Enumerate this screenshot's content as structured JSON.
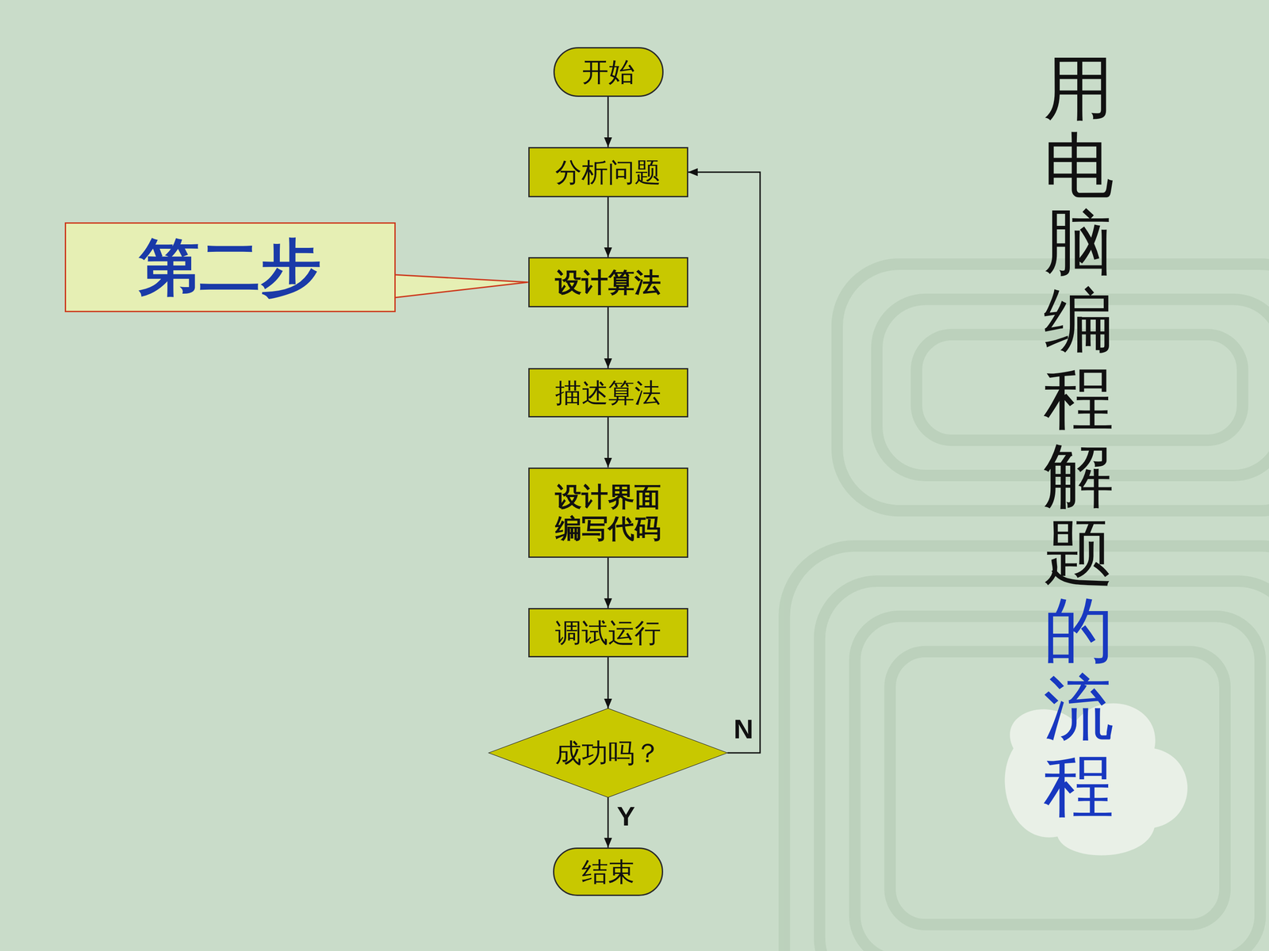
{
  "diagram": {
    "title": "用电脑编程解题的流程",
    "nodes": [
      {
        "text": [
          "开始"
        ]
      },
      {
        "text": [
          "分析问题"
        ]
      },
      {
        "text": [
          "设计算法"
        ]
      },
      {
        "text": [
          "描述算法"
        ]
      },
      {
        "text": [
          "设计界面 编写代码"
        ]
      },
      {
        "text": [
          "调试运行"
        ]
      },
      {
        "text": [
          "成功吗？"
        ]
      },
      {
        "text": [
          "结束"
        ]
      },
      {
        "text": [
          "第二步"
        ]
      }
    ],
    "edges": [
      {
        "from": 0,
        "to": 1,
        "arrow": "to"
      },
      {
        "from": 1,
        "to": 2,
        "arrow": "to"
      },
      {
        "from": 2,
        "to": 3,
        "arrow": "to"
      },
      {
        "from": 3,
        "to": 4,
        "arrow": "to"
      },
      {
        "from": 4,
        "to": 5,
        "arrow": "to"
      },
      {
        "from": 5,
        "to": 6,
        "arrow": "to"
      },
      {
        "from": 6,
        "to": 7,
        "label": "Y",
        "arrow": "to"
      },
      {
        "from": 6,
        "to": 1,
        "label": "N",
        "arrow": "to"
      },
      {
        "from": 8,
        "to": 2,
        "arrow": "none"
      }
    ]
  }
}
